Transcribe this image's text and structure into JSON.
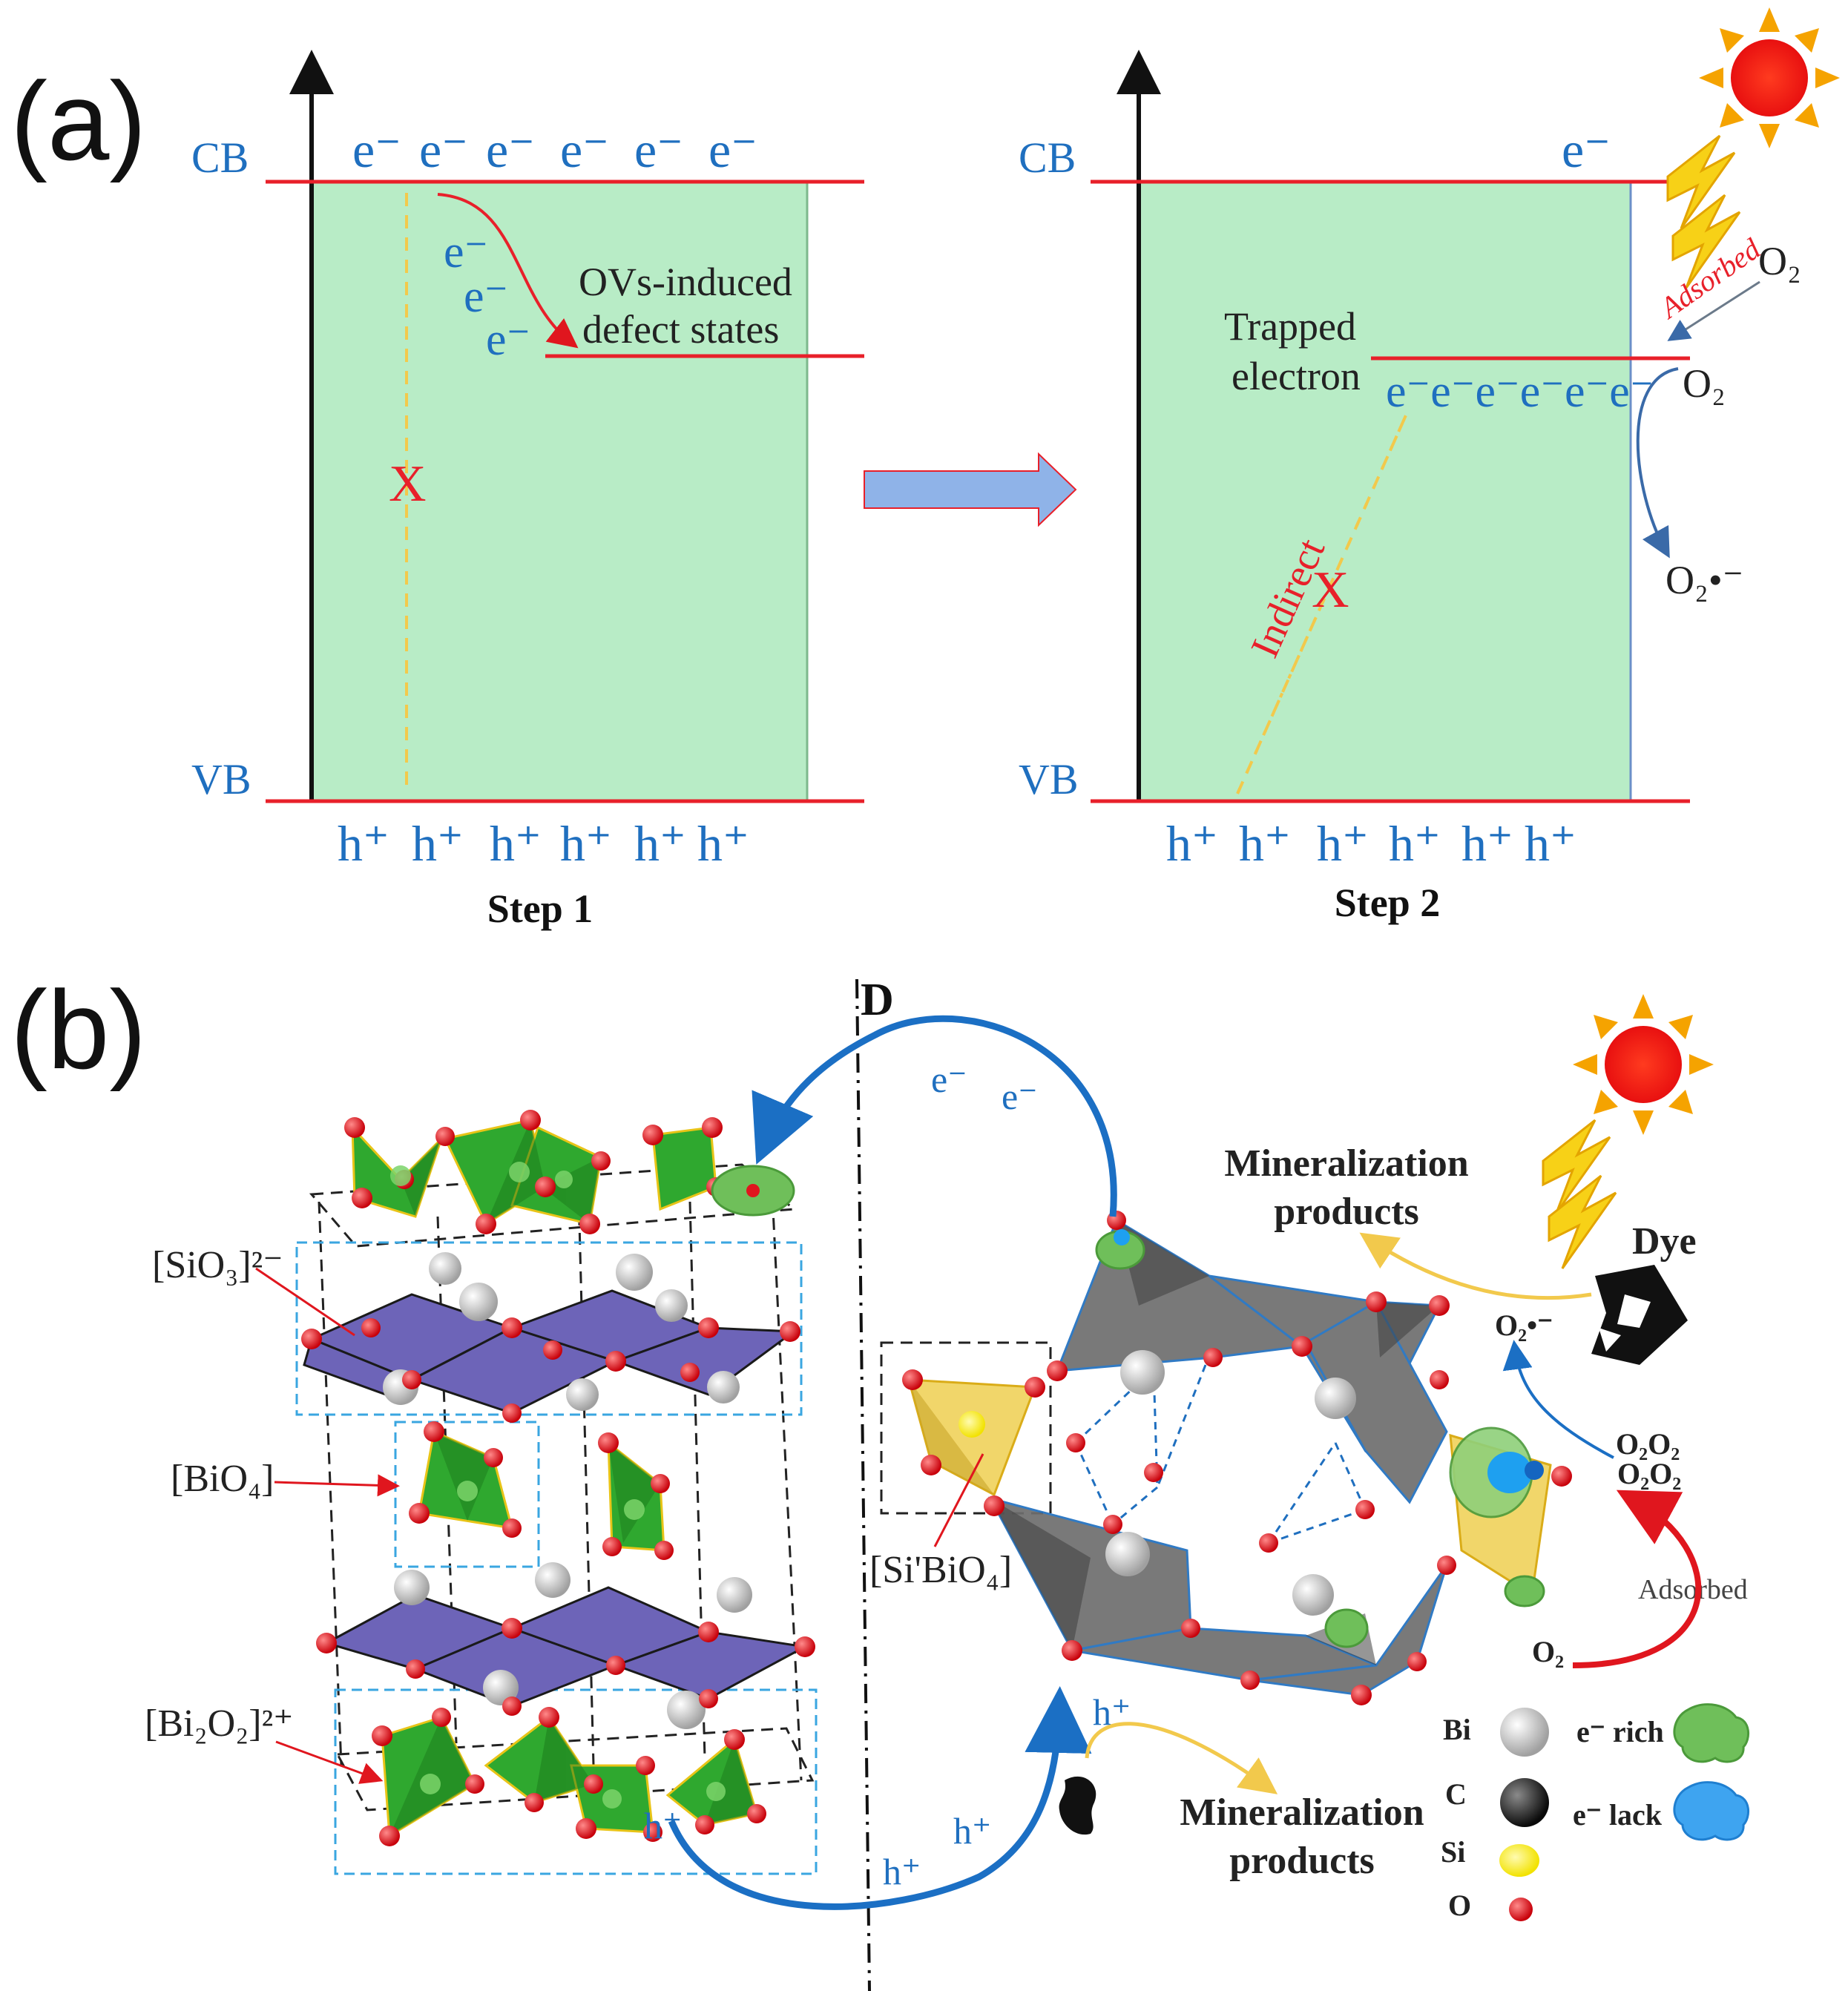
{
  "panel_a": {
    "label": "(a)",
    "step1": {
      "cb": "CB",
      "vb": "VB",
      "electron": "e⁻",
      "hole": "h⁺",
      "cross": "X",
      "defect_line1": "OVs-induced",
      "defect_line2": "defect states",
      "step_label": "Step 1"
    },
    "step2": {
      "cb": "CB",
      "vb": "VB",
      "electron": "e⁻",
      "hole": "h⁺",
      "trapped_line1": "Trapped",
      "trapped_line2": "electron",
      "trapped_e": "e⁻e⁻e⁻e⁻e⁻e⁻",
      "indirect": "Indirect",
      "cross": "X",
      "adsorbed": "Adsorbed",
      "o2": "O₂",
      "superoxide": "O₂•⁻",
      "step_label": "Step 2"
    },
    "colors": {
      "band": "#e8202a",
      "fill": "#b8ecc6",
      "label": "#1f6fbf",
      "arrow": "#8fb3e8"
    }
  },
  "panel_b": {
    "label": "(b)",
    "divider_label": "D",
    "labels": {
      "sio3": "[SiO₃]²⁻",
      "bio4": "[BiO₄]",
      "bi2o2": "[Bi₂O₂]²⁺",
      "si_bio4": "[Si'BiO₄]",
      "mineral_top_1": "Mineralization",
      "mineral_top_2": "products",
      "dye": "Dye",
      "superoxide": "O₂•⁻",
      "o2_cluster_1": "O₂O₂",
      "o2_cluster_2": "O₂O₂",
      "adsorbed": "Adsorbed",
      "o2": "O₂",
      "electron": "e⁻",
      "hole": "h⁺",
      "mineral_bot_1": "Mineralization",
      "mineral_bot_2": "products"
    },
    "legend": {
      "bi": "Bi",
      "c": "C",
      "si": "Si",
      "o": "O",
      "e_rich": "e⁻ rich",
      "e_lack": "e⁻ lack"
    },
    "colors": {
      "green": "#2fa82f",
      "purple": "#6d64b8",
      "grey": "#6e6e6e",
      "oxygen": "#e0161e",
      "blue_arrow": "#1b6fc4",
      "red_arrow": "#e0161e",
      "yellow_arrow": "#f2c94c"
    }
  }
}
